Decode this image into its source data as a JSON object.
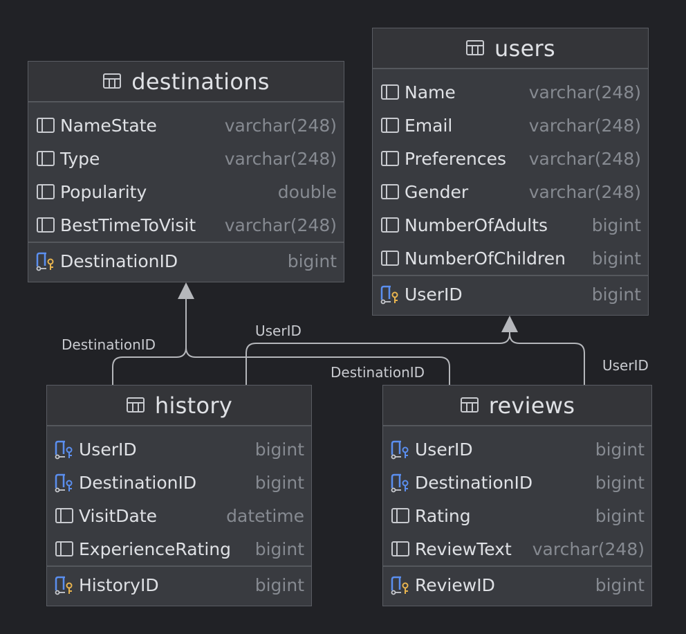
{
  "colors": {
    "background": "#212226",
    "table_bg": "#393b40",
    "header_bg": "#343539",
    "border": "#5a5d63",
    "text": "#dfe1e5",
    "type_text": "#868a91",
    "edge": "#b5b7bb",
    "key_gold": "#e8b44f",
    "key_blue": "#5b8ff0"
  },
  "tables": {
    "destinations": {
      "title": "destinations",
      "columns": [
        {
          "name": "NameState",
          "type": "varchar(248)",
          "icon": "column-icon"
        },
        {
          "name": "Type",
          "type": "varchar(248)",
          "icon": "column-icon"
        },
        {
          "name": "Popularity",
          "type": "double",
          "icon": "column-icon"
        },
        {
          "name": "BestTimeToVisit",
          "type": "varchar(248)",
          "icon": "column-icon"
        }
      ],
      "keys": [
        {
          "name": "DestinationID",
          "type": "bigint",
          "icon": "primary-key-icon"
        }
      ]
    },
    "users": {
      "title": "users",
      "columns": [
        {
          "name": "Name",
          "type": "varchar(248)",
          "icon": "column-icon"
        },
        {
          "name": "Email",
          "type": "varchar(248)",
          "icon": "column-icon"
        },
        {
          "name": "Preferences",
          "type": "varchar(248)",
          "icon": "column-icon"
        },
        {
          "name": "Gender",
          "type": "varchar(248)",
          "icon": "column-icon"
        },
        {
          "name": "NumberOfAdults",
          "type": "bigint",
          "icon": "column-icon"
        },
        {
          "name": "NumberOfChildren",
          "type": "bigint",
          "icon": "column-icon"
        }
      ],
      "keys": [
        {
          "name": "UserID",
          "type": "bigint",
          "icon": "primary-key-icon"
        }
      ]
    },
    "history": {
      "title": "history",
      "columns": [
        {
          "name": "UserID",
          "type": "bigint",
          "icon": "foreign-key-icon"
        },
        {
          "name": "DestinationID",
          "type": "bigint",
          "icon": "foreign-key-icon"
        },
        {
          "name": "VisitDate",
          "type": "datetime",
          "icon": "column-icon"
        },
        {
          "name": "ExperienceRating",
          "type": "bigint",
          "icon": "column-icon"
        }
      ],
      "keys": [
        {
          "name": "HistoryID",
          "type": "bigint",
          "icon": "primary-key-icon"
        }
      ]
    },
    "reviews": {
      "title": "reviews",
      "columns": [
        {
          "name": "UserID",
          "type": "bigint",
          "icon": "foreign-key-icon"
        },
        {
          "name": "DestinationID",
          "type": "bigint",
          "icon": "foreign-key-icon"
        },
        {
          "name": "Rating",
          "type": "bigint",
          "icon": "column-icon"
        },
        {
          "name": "ReviewText",
          "type": "varchar(248)",
          "icon": "column-icon"
        }
      ],
      "keys": [
        {
          "name": "ReviewID",
          "type": "bigint",
          "icon": "primary-key-icon"
        }
      ]
    }
  },
  "edge_labels": {
    "history_destination": "DestinationID",
    "history_user": "UserID",
    "reviews_destination": "DestinationID",
    "reviews_user": "UserID"
  }
}
